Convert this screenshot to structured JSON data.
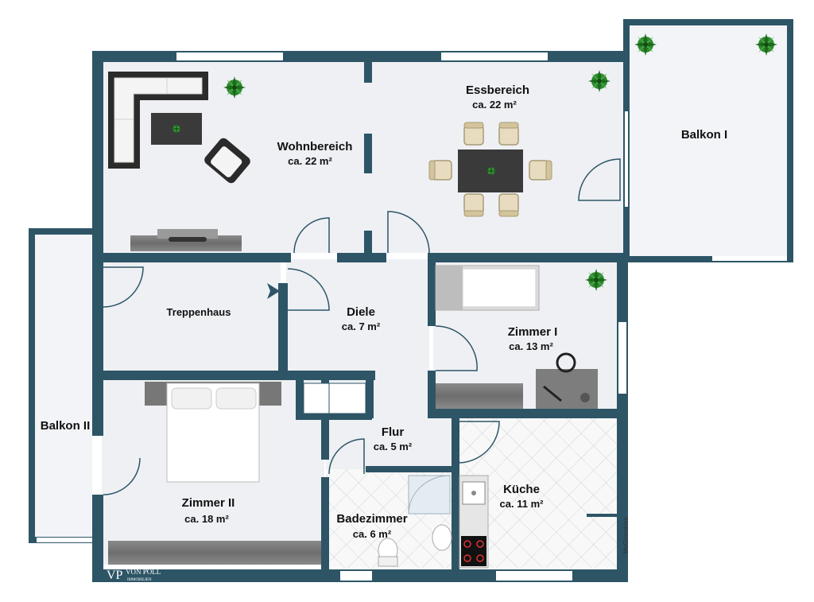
{
  "rooms": {
    "wohnbereich": {
      "name": "Wohnbereich",
      "area": "ca. 22 m²"
    },
    "essbereich": {
      "name": "Essbereich",
      "area": "ca. 22 m²"
    },
    "balkon1": {
      "name": "Balkon I"
    },
    "treppenhaus": {
      "name": "Treppenhaus"
    },
    "diele": {
      "name": "Diele",
      "area": "ca. 7 m²"
    },
    "zimmer1": {
      "name": "Zimmer I",
      "area": "ca. 13 m²"
    },
    "balkon2": {
      "name": "Balkon II"
    },
    "zimmer2": {
      "name": "Zimmer II",
      "area": "ca. 18 m²"
    },
    "flur": {
      "name": "Flur",
      "area": "ca. 5 m²"
    },
    "bad": {
      "name": "Badezimmer",
      "area": "ca. 6 m²"
    },
    "kueche": {
      "name": "Küche",
      "area": "ca. 11 m²"
    }
  },
  "branding": {
    "logo_mark": "VP",
    "logo_name": "VON POLL",
    "logo_sub": "IMMOBILIEN",
    "credit": "McGrundriss"
  },
  "colors": {
    "wall": "#2d5566",
    "floor": "#eef0f4",
    "balcony": "#f2f4f7",
    "tile": "#f8f8f8",
    "window": "#ffffff"
  },
  "icons": [
    "plant-icon",
    "sofa-icon",
    "table-icon",
    "chair-icon",
    "bed-icon",
    "desk-icon",
    "stove-icon",
    "sink-icon",
    "toilet-icon",
    "shower-icon",
    "stair-arrow-icon"
  ]
}
